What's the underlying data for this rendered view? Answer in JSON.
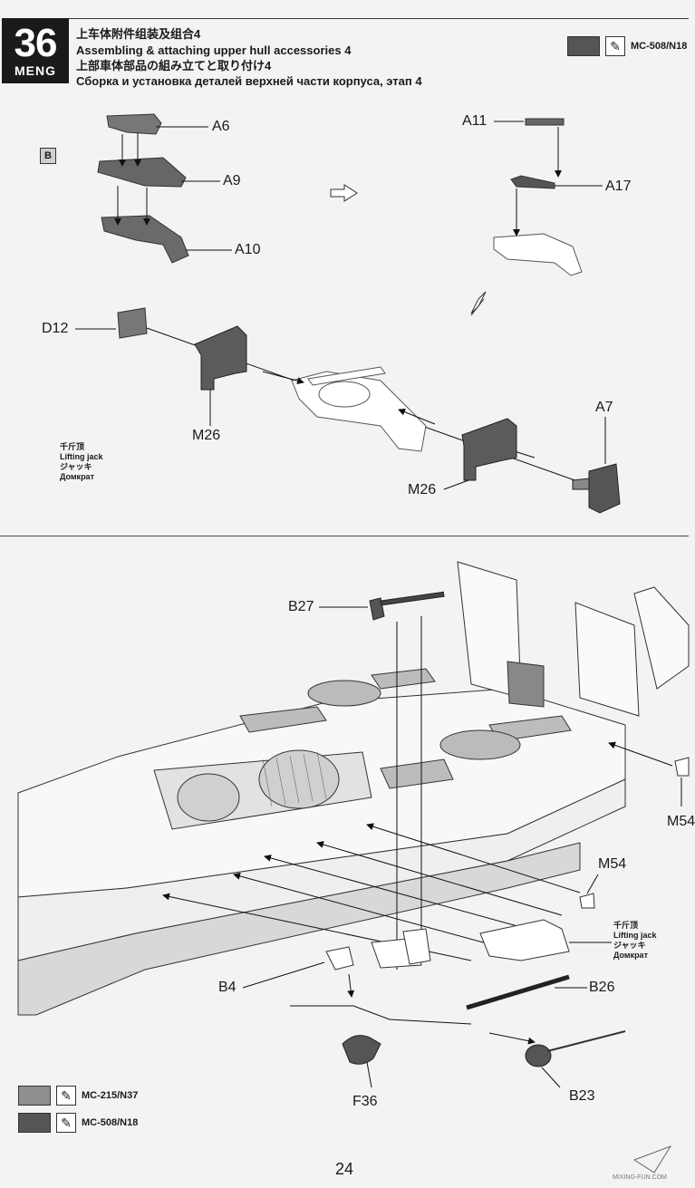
{
  "header": {
    "step_number": "36",
    "brand": "MENG",
    "title_cn": "上车体附件组装及组合4",
    "title_en": "Assembling & attaching upper hull accessories 4",
    "title_jp": "上部車体部品の組み立てと取り付け4",
    "title_ru": "Сборка и установка деталей верхней части корпуса, этап 4",
    "paint_code": "MC-508/N18"
  },
  "section_top": {
    "marker": "B",
    "labels": {
      "a6": "A6",
      "a9": "A9",
      "a10": "A10",
      "a11": "A11",
      "a17": "A17",
      "d12": "D12",
      "m26_left": "M26",
      "m26_right": "M26",
      "a7": "A7"
    },
    "note": {
      "cn": "千斤顶",
      "en": "Lifting jack",
      "jp": "ジャッキ",
      "ru": "Домкрат"
    }
  },
  "section_bottom": {
    "labels": {
      "b27": "B27",
      "m54_top": "M54",
      "m54": "M54",
      "b4": "B4",
      "b26": "B26",
      "f36": "F36",
      "b23": "B23"
    },
    "note": {
      "cn": "千斤顶",
      "en": "Lifting jack",
      "jp": "ジャッキ",
      "ru": "Домкрат"
    }
  },
  "legend": [
    {
      "code": "MC-215/N37",
      "color": "#8f8f8f"
    },
    {
      "code": "MC-508/N18",
      "color": "#555555"
    }
  ],
  "colors": {
    "paint_light": "#8f8f8f",
    "paint_dark": "#555555"
  },
  "footer": {
    "page_number": "24",
    "watermark": "MIXING-FUN.COM"
  }
}
